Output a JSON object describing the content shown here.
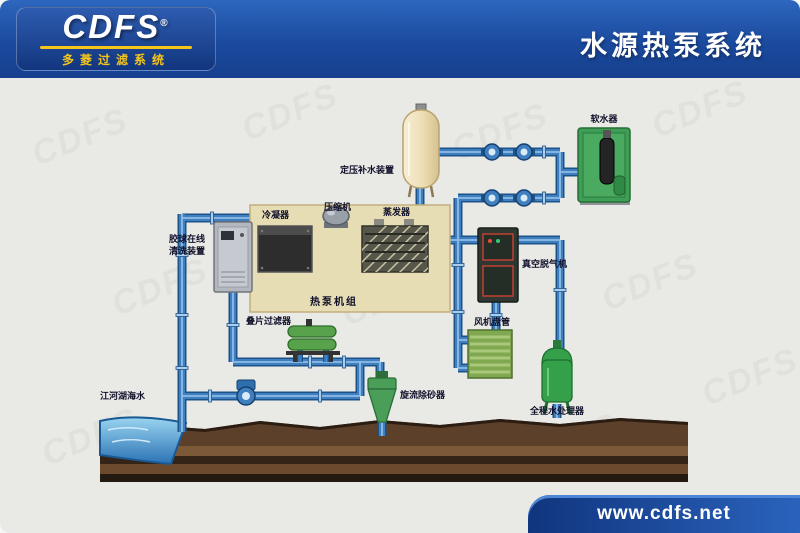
{
  "header": {
    "logo": {
      "brand": "CDFS",
      "registered": "®",
      "subtitle": "多菱过滤系统"
    },
    "title": "水源热泵系统"
  },
  "watermark_text": "CDFS",
  "diagram": {
    "labels": {
      "expansion_tank": "定压补水装置",
      "softener": "软水器",
      "condenser": "冷凝器",
      "compressor": "压缩机",
      "evaporator": "蒸发器",
      "heat_pump_unit": "热泵机组",
      "ball_cleaning": "胶球在线\n清洗装置",
      "vacuum_degasser": "真空脱气机",
      "fan_coil": "风机盘管",
      "disc_filter": "叠片过滤器",
      "cyclone": "旋流除砂器",
      "water_processor": "全程水处理器",
      "raw_water": "江河湖海水"
    }
  },
  "footer": {
    "url": "www.cdfs.net"
  },
  "colors": {
    "header_blue": "#1b4a9e",
    "banner_blue": "#10357e",
    "accent_yellow": "#f5c51a",
    "pipe_blue": "#3f7fc0",
    "equipment_green": "#3f9e55",
    "heat_pump_beige": "#e7ddb4",
    "earth_brown": "#5d4029",
    "water_blue": "#2a72b4"
  }
}
